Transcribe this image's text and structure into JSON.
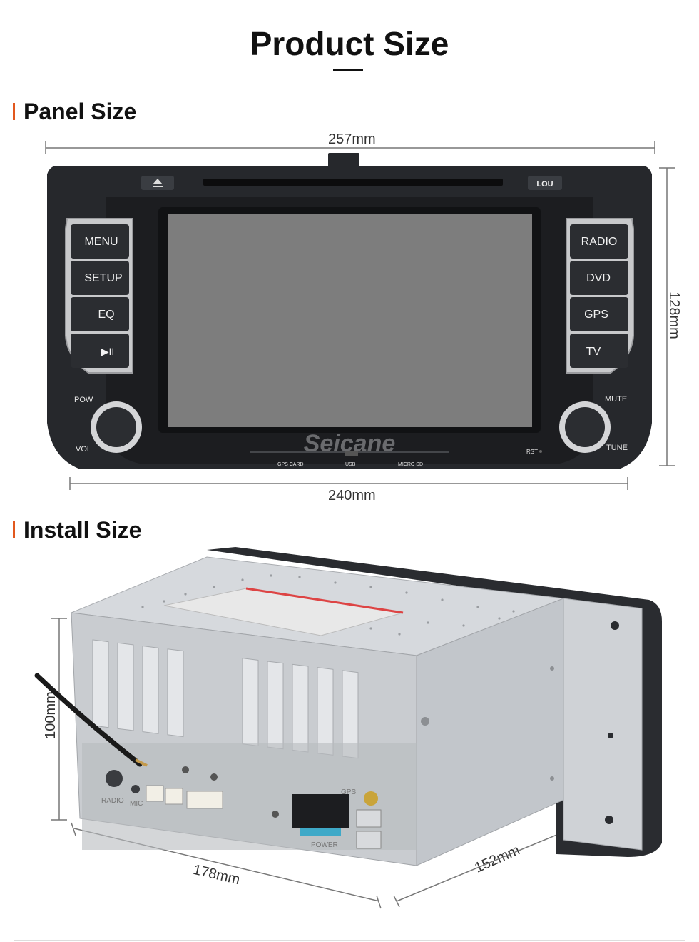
{
  "page": {
    "title": "Product Size"
  },
  "panel_section": {
    "heading": "Panel Size",
    "dims": {
      "top_width": "257mm",
      "bottom_width": "240mm",
      "height": "128mm"
    },
    "unit_labels": {
      "left_buttons": [
        "MENU",
        "SETUP",
        "EQ",
        "▶II"
      ],
      "right_buttons": [
        "RADIO",
        "DVD",
        "GPS",
        "TV"
      ],
      "pow": "POW",
      "vol": "VOL",
      "mute": "MUTE",
      "tune": "TUNE",
      "brand": "Seicane",
      "gps_card": "GPS CARD",
      "usb": "USB",
      "micro_sd": "MICRO SD",
      "rst": "RST",
      "lou": "LOU"
    }
  },
  "install_section": {
    "heading": "Install Size",
    "dims": {
      "height": "100mm",
      "width": "178mm",
      "depth": "152mm"
    },
    "port_labels": {
      "gps": "GPS",
      "power": "POWER",
      "radio": "RADIO",
      "mic": "MIC"
    }
  },
  "colors": {
    "accent": "#e2581e",
    "panel": "#2a2c30",
    "screen": "#7d7d7d",
    "chassis": "#c9ccd0"
  }
}
